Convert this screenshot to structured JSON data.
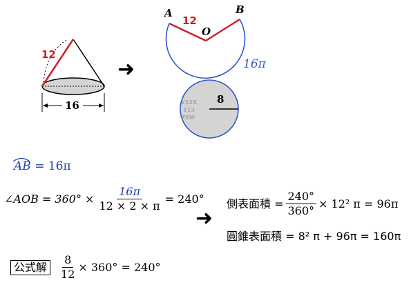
{
  "figure": {
    "slant_label": "12",
    "base_label": "16",
    "point_a": "A",
    "point_b": "B",
    "point_o": "O",
    "radius_label": "12",
    "arc_label": "16π",
    "circle_radius_label": "8",
    "watermark_lines": [
      "Y12X",
      "113",
      "ZSW"
    ],
    "colors": {
      "radius_red": "#cc1f2a",
      "outline_blue": "#2f57c9",
      "fill_gray": "#d4d4d4"
    }
  },
  "eq_arc": {
    "lhs": "AB",
    "rhs": "= 16π"
  },
  "eq_angle": {
    "lhs": "∠AOB = 360° ×",
    "numerator": "16π",
    "denominator": "12 × 2 × π",
    "rhs": "= 240°"
  },
  "eq_lateral": {
    "label": "側表面積 =",
    "numerator": "240°",
    "denominator": "360°",
    "rhs": "× 12² π = 96π"
  },
  "eq_total": {
    "text": "圓錐表面積 = 8² π + 96π = 160π"
  },
  "formula": {
    "box_label": "公式解",
    "numerator": "8",
    "denominator": "12",
    "rhs": "× 360° = 240°"
  },
  "arrow_glyph": "➜"
}
